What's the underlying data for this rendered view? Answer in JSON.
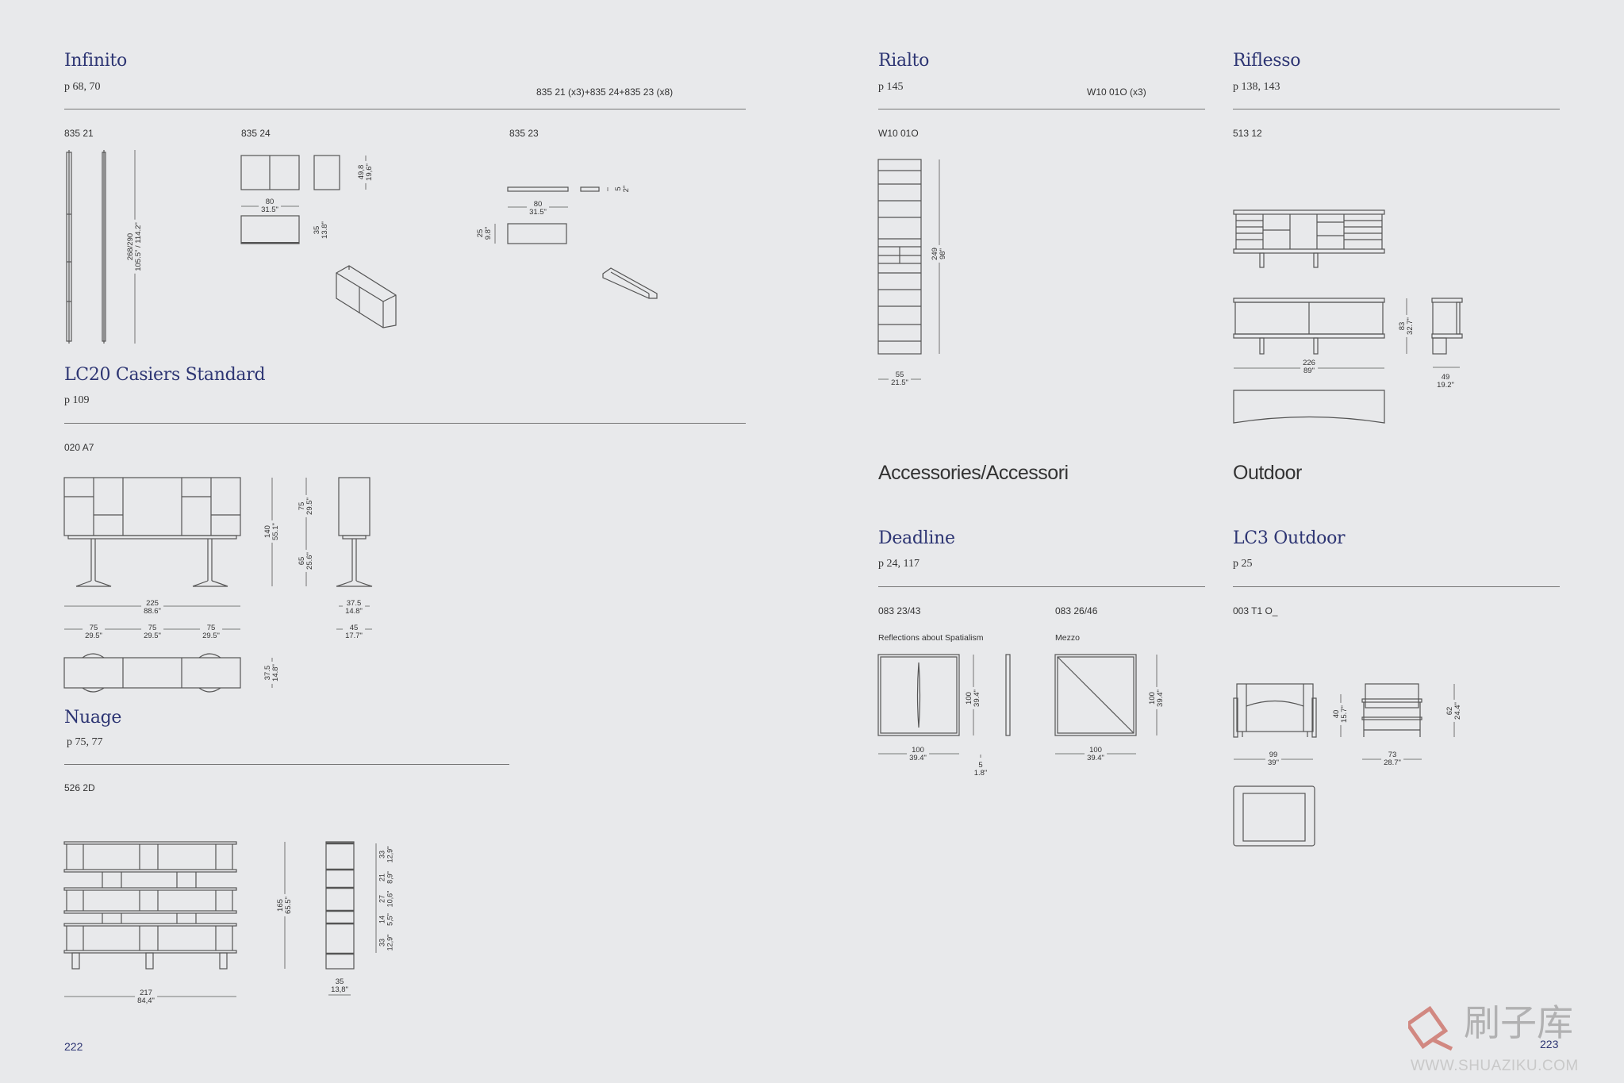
{
  "pages": {
    "left": "222",
    "right": "223"
  },
  "infinito": {
    "title": "Infinito",
    "pages": "p 68, 70",
    "composition": "835 21 (x3)+835 24+835 23 (x8)",
    "codes": [
      "835 21",
      "835 24",
      "835 23"
    ],
    "dims": [
      [
        "268/290",
        "105.5\" / 114.2\""
      ],
      [
        "80",
        "31.5\""
      ],
      [
        "49,8",
        "19,6\""
      ],
      [
        "35",
        "13.8\""
      ],
      [
        "80",
        "31.5\""
      ],
      [
        "5",
        "2\""
      ],
      [
        "25",
        "9.8\""
      ]
    ]
  },
  "lc20": {
    "title": "LC20 Casiers Standard",
    "pages": "p 109",
    "code": "020 A7",
    "dims": [
      [
        "225",
        "88.6\""
      ],
      [
        "75",
        "29.5\""
      ],
      [
        "75",
        "29.5\""
      ],
      [
        "75",
        "29.5\""
      ],
      [
        "140",
        "55.1\""
      ],
      [
        "75",
        "29.5\""
      ],
      [
        "65",
        "25.6\""
      ],
      [
        "37.5",
        "14.8\""
      ],
      [
        "45",
        "17.7\""
      ],
      [
        "37.5",
        "14.8\""
      ]
    ]
  },
  "nuage": {
    "title": "Nuage",
    "pages": "p 75, 77",
    "code": "526 2D",
    "dims": [
      [
        "165",
        "65.5\""
      ],
      [
        "217",
        "84,4\""
      ],
      [
        "35",
        "13,8\""
      ],
      [
        "33",
        "12,9\""
      ],
      [
        "21",
        "8,9\""
      ],
      [
        "27",
        "10,6\""
      ],
      [
        "14",
        "5,5\""
      ],
      [
        "33",
        "12,9\""
      ]
    ]
  },
  "rialto": {
    "title": "Rialto",
    "pages": "p 145",
    "composition": "W10 01O (x3)",
    "code": "W10 01O",
    "dims": [
      [
        "249",
        "98\""
      ],
      [
        "55",
        "21.5\""
      ]
    ]
  },
  "riflesso": {
    "title": "Riflesso",
    "pages": "p 138, 143",
    "code": "513 12",
    "dims": [
      [
        "83",
        "32.7\""
      ],
      [
        "226",
        "89\""
      ],
      [
        "49",
        "19.2\""
      ]
    ]
  },
  "accessories": {
    "heading": "Accessories/Accessori"
  },
  "outdoor": {
    "heading": "Outdoor"
  },
  "deadline": {
    "title": "Deadline",
    "pages": "p 24, 117",
    "codes": [
      "083 23/43",
      "083 26/46"
    ],
    "names": [
      "Reflections about Spatialism",
      "Mezzo"
    ],
    "dims": [
      [
        "100",
        "39.4\""
      ],
      [
        "100",
        "39.4\""
      ],
      [
        "5",
        "1.8\""
      ],
      [
        "100",
        "39.4\""
      ],
      [
        "100",
        "39.4\""
      ]
    ]
  },
  "lc3": {
    "title": "LC3 Outdoor",
    "pages": "p 25",
    "code": "003 T1 O_",
    "dims": [
      [
        "40",
        "15.7\""
      ],
      [
        "62",
        "24.4\""
      ],
      [
        "99",
        "39\""
      ],
      [
        "73",
        "28.7\""
      ]
    ]
  },
  "watermark": {
    "brand": "刷子库",
    "url": "WWW.SHUAZIKU.COM"
  },
  "colors": {
    "background": "#e8e9eb",
    "title": "#2d3573",
    "line": "#555555"
  }
}
